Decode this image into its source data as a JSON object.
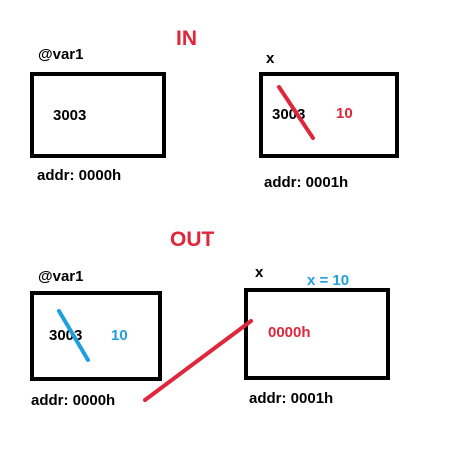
{
  "sections": {
    "in": {
      "title": "IN",
      "var1": {
        "name": "@var1",
        "value": "3003",
        "addr": "addr: 0000h"
      },
      "x": {
        "name": "x",
        "old_value": "3003",
        "new_value": "10",
        "addr": "addr: 0001h"
      }
    },
    "out": {
      "title": "OUT",
      "var1": {
        "name": "@var1",
        "old_value": "3003",
        "new_value": "10",
        "addr": "addr: 0000h"
      },
      "x": {
        "name": "x",
        "note": "x = 10",
        "value": "0000h",
        "addr": "addr: 0001h"
      }
    }
  },
  "colors": {
    "red": "#e0263a",
    "blue": "#1e9fe0",
    "black": "#000000"
  }
}
